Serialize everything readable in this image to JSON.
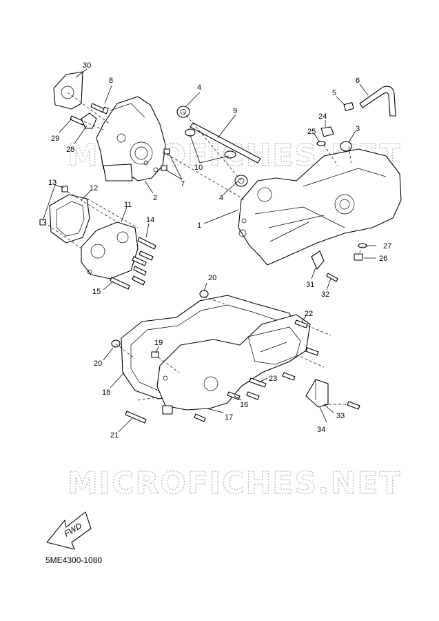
{
  "watermark": "MICROFICHES.NET",
  "diagram_code": "5ME4300-1080",
  "fwd_label": "FWD",
  "callouts": {
    "c1": "1",
    "c2": "2",
    "c3": "3",
    "c4a": "4",
    "c4b": "4",
    "c5": "5",
    "c6": "6",
    "c7": "7",
    "c8": "8",
    "c9": "9",
    "c10": "10",
    "c11": "11",
    "c12": "12",
    "c13": "13",
    "c14": "14",
    "c15": "15",
    "c16": "16",
    "c17": "17",
    "c18": "18",
    "c19": "19",
    "c20a": "20",
    "c20b": "20",
    "c21": "21",
    "c22": "22",
    "c23": "23",
    "c24": "24",
    "c25": "25",
    "c26": "26",
    "c27": "27",
    "c28": "28",
    "c29": "29",
    "c30": "30",
    "c31": "31",
    "c32": "32",
    "c33": "33",
    "c34": "34"
  }
}
